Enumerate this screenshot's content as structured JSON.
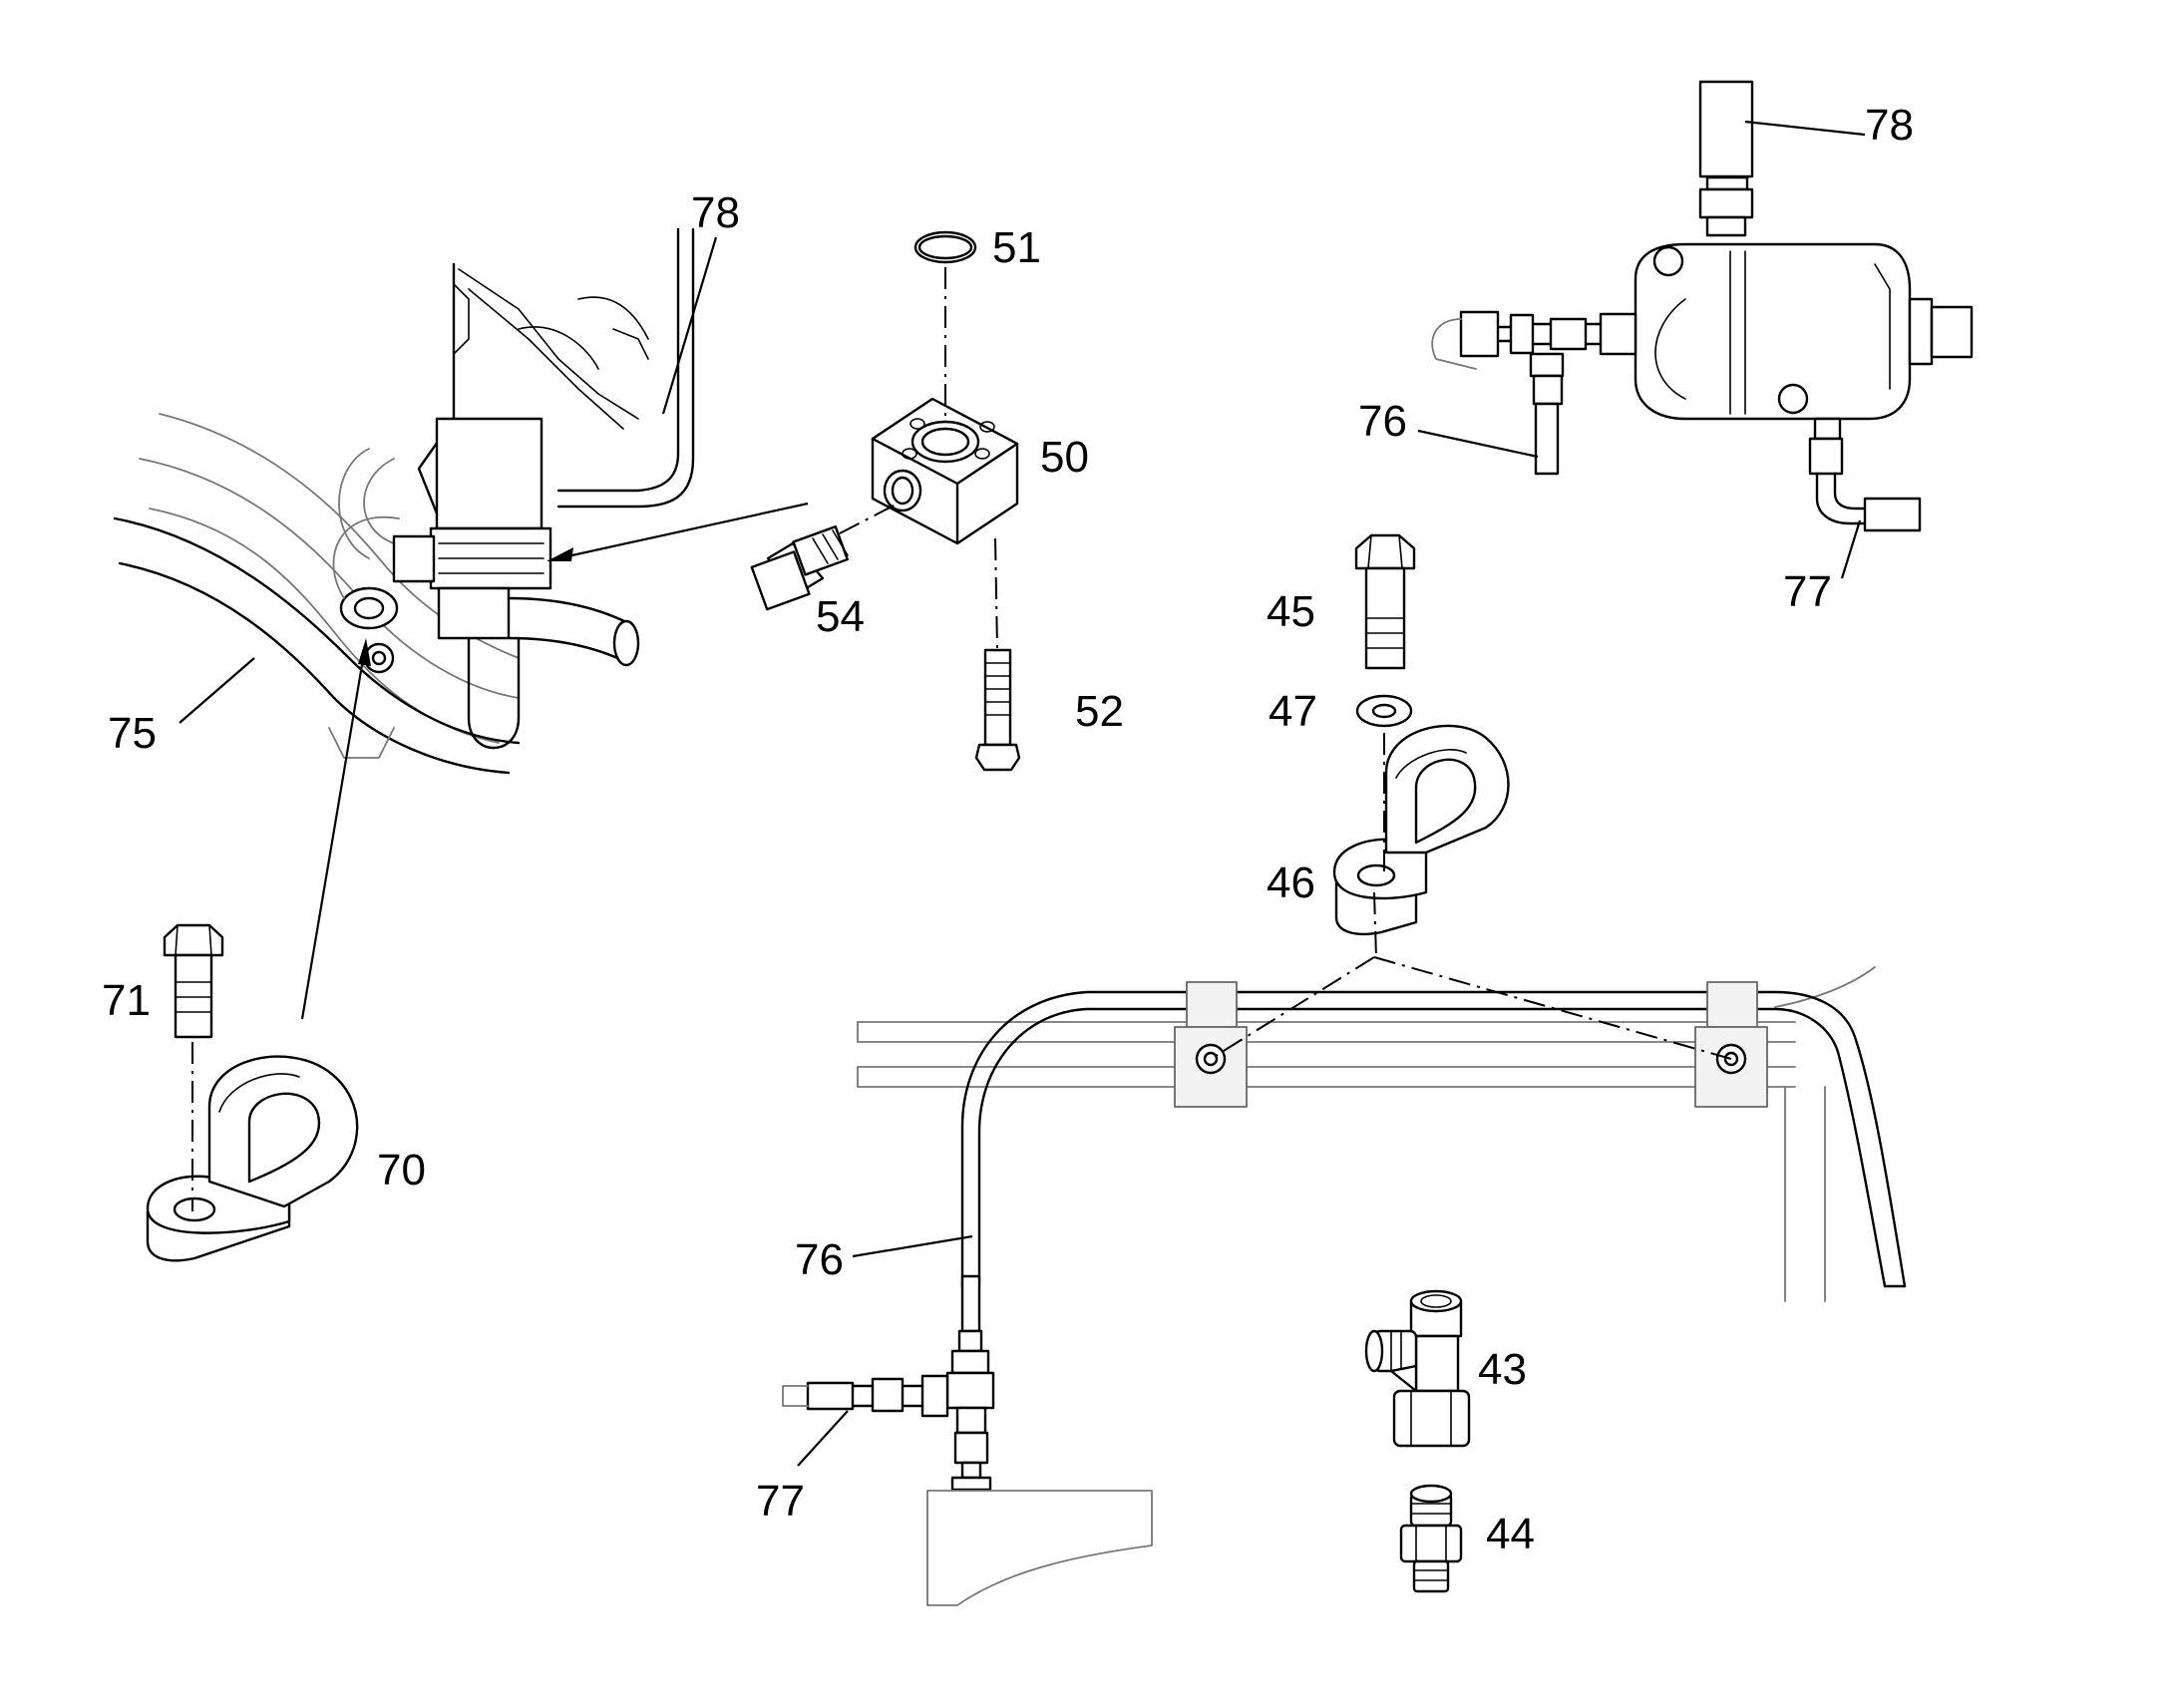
{
  "callouts": {
    "c78_top": "78",
    "c78_left": "78",
    "c51": "51",
    "c50": "50",
    "c54": "54",
    "c52": "52",
    "c76_top": "76",
    "c77_top": "77",
    "c45": "45",
    "c47": "47",
    "c46": "46",
    "c75": "75",
    "c71": "71",
    "c70": "70",
    "c76_bottom": "76",
    "c77_bottom": "77",
    "c43": "43",
    "c44": "44"
  }
}
